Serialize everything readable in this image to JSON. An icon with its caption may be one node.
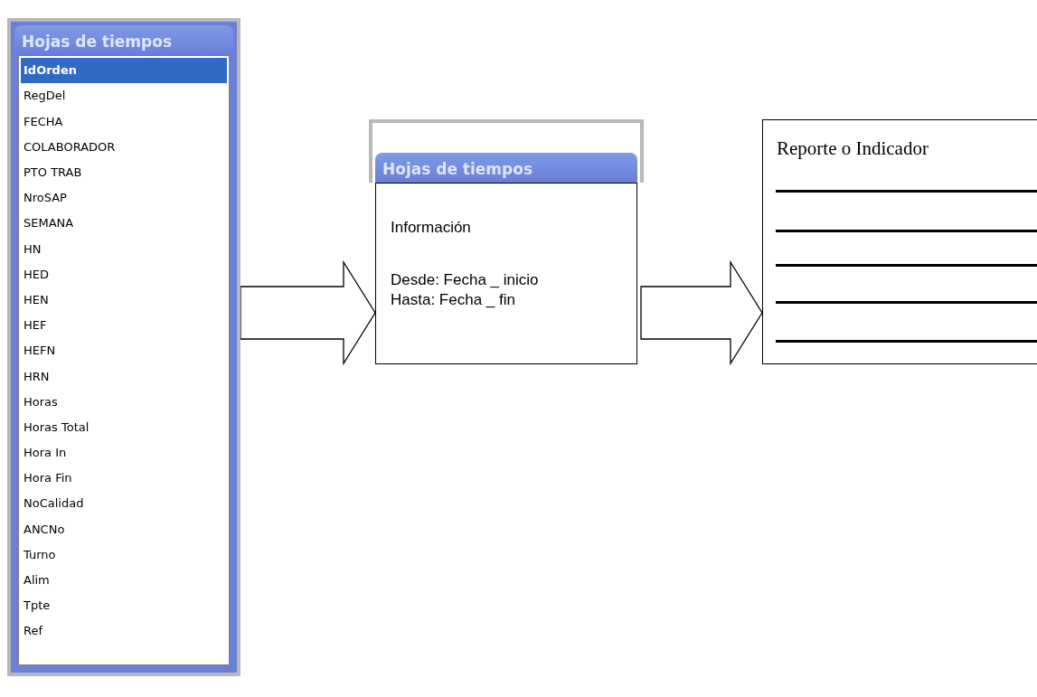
{
  "diagram": {
    "nodes": [
      {
        "text": [
          "Hojas de tiempos",
          "IdOrden",
          "RegDel",
          "FECHA",
          "COLABORADOR",
          "PTO TRAB",
          "NroSAP",
          "SEMANA",
          "HN",
          "HED",
          "HEN",
          "HEF",
          "HEFN",
          "HRN",
          "Horas",
          "Horas Total",
          "Hora In",
          "Hora Fin",
          "NoCalidad",
          "ANCNo",
          "Turno",
          "Alim",
          "Tpte",
          "Ref"
        ]
      },
      {
        "text": [
          "Hojas de tiempos",
          "Información",
          "Desde: Fecha _ inicio",
          "Hasta: Fecha _ fin"
        ]
      },
      {
        "text": [
          "Reporte o Indicador"
        ]
      }
    ],
    "edges": [
      {
        "from": 0,
        "to": 1,
        "arrow": "to"
      },
      {
        "from": 1,
        "to": 2,
        "arrow": "to"
      }
    ]
  }
}
